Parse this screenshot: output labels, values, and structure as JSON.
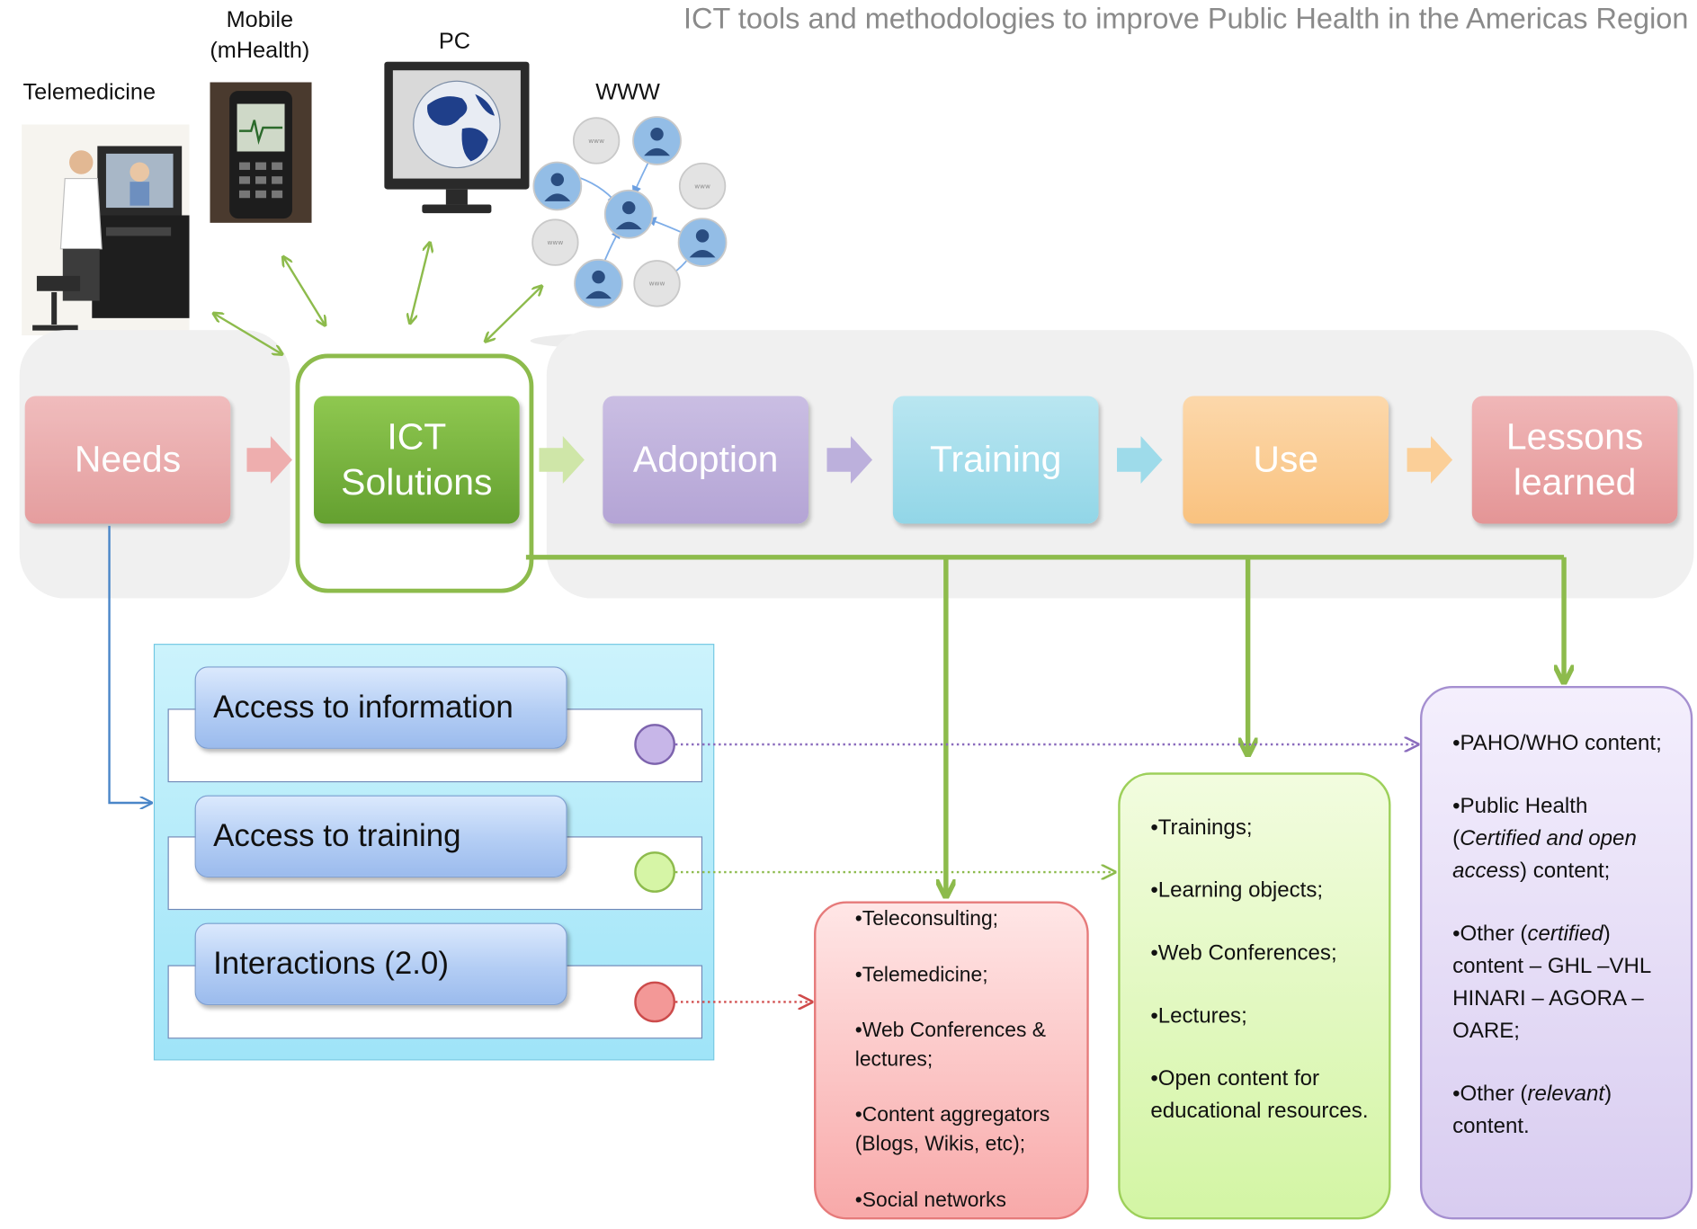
{
  "title": "ICT tools and methodologies to improve Public Health in the Americas Region",
  "icons": [
    {
      "label": "Telemedicine",
      "icon": "telemedicine-photo"
    },
    {
      "label": "Mobile\n(mHealth)",
      "icon": "mobile-phone"
    },
    {
      "label": "PC",
      "icon": "computer-monitor-globe"
    },
    {
      "label": "WWW",
      "icon": "web-network"
    }
  ],
  "stages": [
    {
      "label": "Needs",
      "color": "#e69a9c"
    },
    {
      "label": "ICT\nSolutions",
      "color": "#72a93a"
    },
    {
      "label": "Adoption",
      "color": "#b6a4d4"
    },
    {
      "label": "Training",
      "color": "#9ddcea"
    },
    {
      "label": "Use",
      "color": "#fbc98c"
    },
    {
      "label": "Lessons\nlearned",
      "color": "#e69a9c"
    }
  ],
  "access_items": [
    {
      "label": "Access to information",
      "circle_color": "#c7b6e8"
    },
    {
      "label": "Access to training",
      "circle_color": "#d6f5a6"
    },
    {
      "label": "Interactions (2.0)",
      "circle_color": "#f39897"
    }
  ],
  "panels": {
    "red": [
      "•Teleconsulting;",
      "•Telemedicine;",
      "•Web Conferences & lectures;",
      "•Content aggregators (Blogs, Wikis, etc);",
      "•Social networks"
    ],
    "green": [
      "•Trainings;",
      "•Learning objects;",
      "•Web Conferences;",
      "•Lectures;",
      "•Open content for educational resources."
    ],
    "purple": {
      "item1": "•PAHO/WHO content;",
      "item2_pre": "•Public Health (",
      "item2_em": "Certified and open access",
      "item2_post": ") content;",
      "item3_pre": "•Other (",
      "item3_em": "certified",
      "item3_post": ") content – GHL –VHL HINARI – AGORA – OARE;",
      "item4_pre": "•Other (",
      "item4_em": "relevant",
      "item4_post": ") content."
    }
  },
  "colors": {
    "accent_green": "#8dbb4c",
    "connector_blue": "#4a86c8",
    "purple_dotted": "#8a6bbd",
    "green_dotted": "#8dbb4c",
    "red_dotted": "#d04a4a"
  }
}
